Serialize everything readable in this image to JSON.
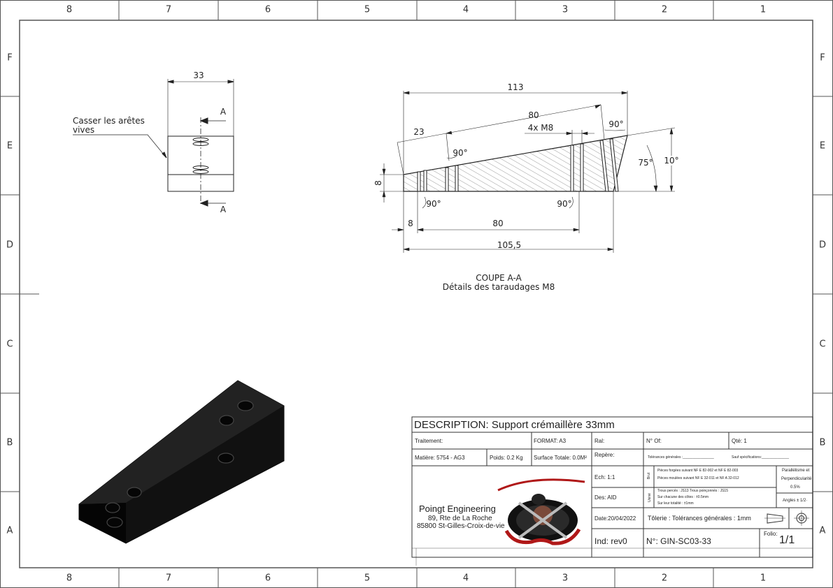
{
  "zones": {
    "columns": [
      "8",
      "7",
      "6",
      "5",
      "4",
      "3",
      "2",
      "1"
    ],
    "rows": [
      "F",
      "E",
      "D",
      "C",
      "B",
      "A"
    ]
  },
  "top_view": {
    "dim_width": "33",
    "note_line1": "Casser les arêtes",
    "note_line2": "vives",
    "section_marker": "A"
  },
  "section_view": {
    "dim_overall_top": "113",
    "dim_slant": "80",
    "dim_left": "23",
    "thread_label": "4x M8",
    "angle_top_right": "90°",
    "angle_inner": "90°",
    "angle_75": "75°",
    "dim_right_height": "10°",
    "dim_left_height": "8",
    "angle_bottom_left": "90°",
    "angle_bottom_right": "90°",
    "dim_bottom_8": "8",
    "dim_bottom_80": "80",
    "dim_bottom_total": "105,5",
    "caption_line1": "COUPE A-A",
    "caption_line2": "Détails des taraudages M8"
  },
  "title_block": {
    "description": "DESCRIPTION: Support crémaillère 33mm",
    "traitement": "Traitement:",
    "format": "FORMAT: A3",
    "ral": "Ral:",
    "n_of": "N° Of:",
    "qte": "Qté: 1",
    "matiere": "Matière: 5754 - AG3",
    "poids": "Poids: 0.2 Kg",
    "surface": "Surface Totale: 0.0M²",
    "repere": "Repère:",
    "tol_generales": "Tolérances générales :________________",
    "sauf_spec": "Sauf spécifications:______________",
    "company_name": "Poingt Engineering",
    "company_addr1": "89, Rte de La Roche",
    "company_addr2": "85800 St-Gilles-Croix-de-vie",
    "echelle": "Ech: 1:1",
    "brut_label": "Brut",
    "brut_line1": "Pièces forgées suivant NF E 82-002 et NF E 82-003",
    "brut_line2": "Pièces moulées suivant NF E 32-011 et NF A 32-012",
    "usine_label": "Usiné",
    "usine_line1": "Trous percés : JS13   Trous poinçonnés : JS15",
    "usine_line2": "Sur chacune des côtes : ±0.5mm",
    "usine_line3": "Sur leur totalité : ±1mm",
    "parallelisme": "Parallélisme et",
    "perpendicularite": "Perpendicularité",
    "pourcentage": "0.5%",
    "angles": "Angles  ±  1/2·",
    "dessinateur": "Des: AID",
    "date": "Date:20/04/2022",
    "tolerie": "Tôlerie : Tolérances générales : 1mm",
    "indice": "Ind: rev0",
    "numero": "N°: GIN-SC03-33",
    "folio_label": "Folio:",
    "folio": "1/1"
  },
  "colors": {
    "line": "#333333",
    "part": "#111111",
    "logo_red": "#b01818"
  }
}
